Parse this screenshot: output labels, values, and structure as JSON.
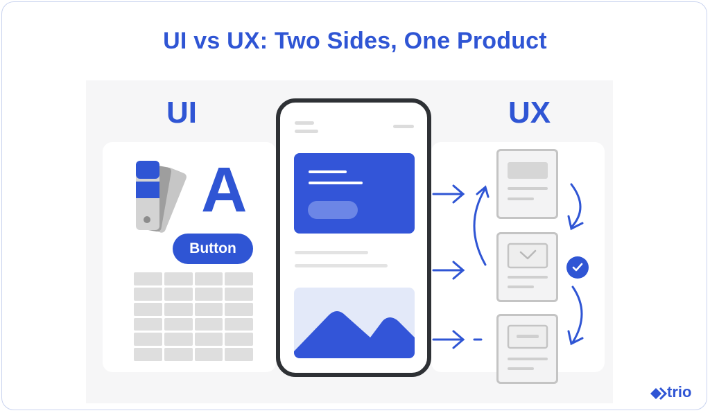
{
  "header": {
    "title": "UI vs UX: Two Sides, One Product"
  },
  "ui_side": {
    "title": "UI",
    "typography_glyph": "A",
    "button_label": "Button",
    "icons": [
      "color-swatch-icon",
      "typography-icon",
      "button-component",
      "grid-layout-icon"
    ]
  },
  "ux_side": {
    "title": "UX",
    "icons": [
      "flow-card-icon",
      "checkmark-icon",
      "flow-arrow-icon"
    ]
  },
  "center": {
    "icons": [
      "phone-mockup-icon",
      "image-placeholder-icon"
    ]
  },
  "brand": {
    "logo_text": "trio"
  },
  "colors": {
    "accent": "#2f55d4",
    "phone_frame": "#2e3135",
    "neutral": "#c4c4c4",
    "background": "#f6f6f7"
  }
}
